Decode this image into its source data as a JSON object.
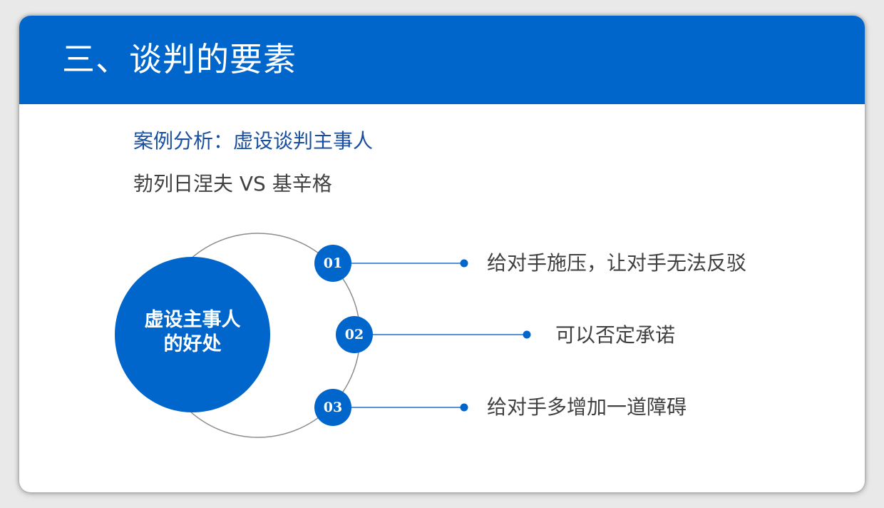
{
  "header": {
    "title": "三、谈判的要素"
  },
  "content": {
    "case_line": "案例分析：虚设谈判主事人",
    "names_line": "勃列日涅夫 VS 基辛格"
  },
  "diagram": {
    "center_label_line1": "虚设主事人",
    "center_label_line2": "的好处",
    "points": [
      {
        "num": "01",
        "text": "给对手施压，让对手无法反驳"
      },
      {
        "num": "02",
        "text": "可以否定承诺"
      },
      {
        "num": "03",
        "text": "给对手多增加一道障碍"
      }
    ]
  },
  "colors": {
    "accent": "#0066cc",
    "ring": "#8c8c8c",
    "line": "#1f6fd1"
  }
}
